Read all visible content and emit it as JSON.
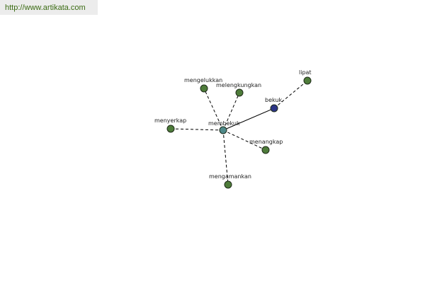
{
  "site": {
    "link_text": "http://www.artikata.com"
  },
  "colors": {
    "node_green": "#4e7c3a",
    "node_center": "#4f8a8a",
    "node_navy": "#2c3587",
    "node_stroke": "#1f2b1a",
    "edge": "#000000"
  },
  "graph": {
    "center": "membekuk",
    "nodes": [
      {
        "id": "membekuk",
        "label": "membekuk",
        "kind": "center"
      },
      {
        "id": "bekuk",
        "label": "bekuk",
        "kind": "root"
      },
      {
        "id": "lipat",
        "label": "lipat",
        "kind": "related"
      },
      {
        "id": "mengelukkan",
        "label": "mengelukkan",
        "kind": "related"
      },
      {
        "id": "melengkungkan",
        "label": "melengkungkan",
        "kind": "related"
      },
      {
        "id": "menyerkap",
        "label": "menyerkap",
        "kind": "related"
      },
      {
        "id": "menangkap",
        "label": "menangkap",
        "kind": "related"
      },
      {
        "id": "mengamankan",
        "label": "mengamankan",
        "kind": "related"
      }
    ],
    "edges": [
      {
        "from": "membekuk",
        "to": "bekuk",
        "style": "solid"
      },
      {
        "from": "bekuk",
        "to": "lipat",
        "style": "dashed"
      },
      {
        "from": "membekuk",
        "to": "mengelukkan",
        "style": "dashed"
      },
      {
        "from": "membekuk",
        "to": "melengkungkan",
        "style": "dashed"
      },
      {
        "from": "membekuk",
        "to": "menyerkap",
        "style": "dashed"
      },
      {
        "from": "membekuk",
        "to": "menangkap",
        "style": "dashed"
      },
      {
        "from": "membekuk",
        "to": "mengamankan",
        "style": "dashed"
      }
    ]
  }
}
